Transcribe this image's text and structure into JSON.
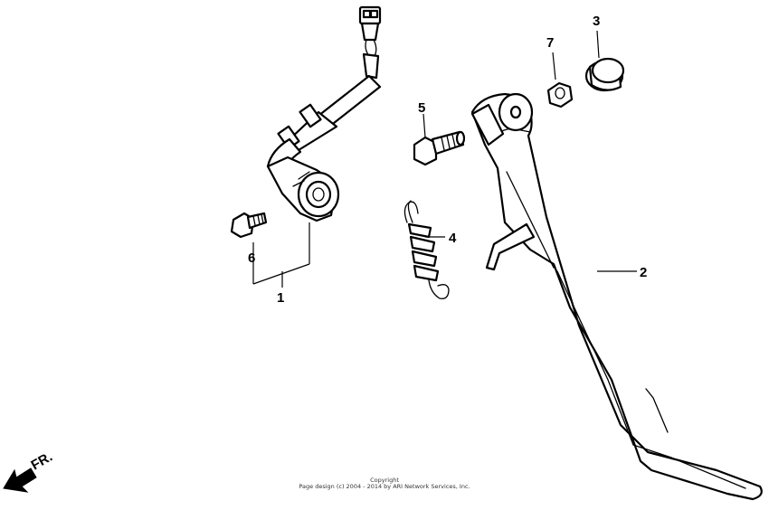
{
  "callouts": {
    "c1": "1",
    "c2": "2",
    "c3": "3",
    "c4": "4",
    "c5": "5",
    "c6": "6",
    "c7": "7"
  },
  "direction_marker": {
    "label": "FR.",
    "icon": "arrow-front-icon"
  },
  "footer": {
    "line1": "Copyright",
    "line2": "Page design (c) 2004 - 2014 by ARI Network Services, Inc."
  }
}
